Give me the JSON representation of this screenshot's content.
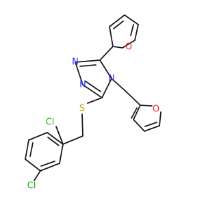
{
  "molecule": {
    "colors": {
      "bond": "#1a1a1a",
      "nitrogen": "#2b2bff",
      "oxygen": "#ff2020",
      "sulfur": "#b8a400",
      "chlorine": "#19b419",
      "background": "#ffffff"
    },
    "atoms": {
      "n1": "N",
      "n2": "N",
      "n4": "N",
      "s": "S",
      "o_furan_top": "O",
      "o_furan_methyl": "O",
      "cl_ortho": "Cl",
      "cl_para": "Cl"
    }
  }
}
